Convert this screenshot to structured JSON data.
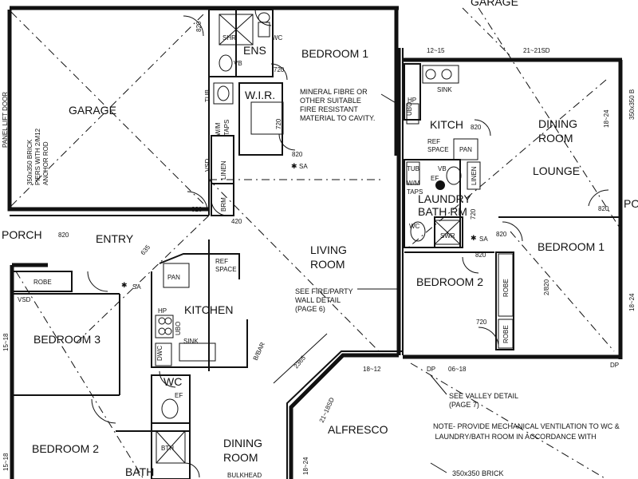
{
  "rooms": {
    "garage": "GARAGE",
    "garage_r": "GARAGE",
    "ens": "ENS",
    "bedroom1": "BEDROOM 1",
    "wir": "W.I.R.",
    "kitch_r": "KITCH",
    "dining_room_r": "DINING\nROOM",
    "lounge": "LOUNGE",
    "laundry_bath": "LAUNDRY\nBATH RM",
    "bedroom1_r": "BEDROOM 1",
    "bedroom2_r": "BEDROOM 2",
    "living_room": "LIVING\nROOM",
    "entry": "ENTRY",
    "porch": "PORCH",
    "porch_r": "POR",
    "kitchen": "KITCHEN",
    "bedroom3": "BEDROOM 3",
    "bedroom2": "BEDROOM 2",
    "wc": "WC",
    "bath": "BATH",
    "dining_room": "DINING\nROOM",
    "alfresco": "ALFRESCO"
  },
  "notes": {
    "mineral_fibre": "MINERAL FIBRE OR\nOTHER SUITABLE\nFIRE RESISTANT\nMATERIAL TO CAVITY.",
    "fire_party": "SEE FIRE/PARTY\nWALL DETAIL\n(PAGE 6)",
    "valley": "SEE VALLEY DETAIL\n(PAGE 7)",
    "ventilation": "NOTE- PROVIDE MECHANICAL VENTILATION TO WC &\n        LAUNDRY/BATH ROOM IN ACCORDANCE WITH",
    "brick_piers": "350x350 BRICK\nPIERS WITH 2/M12\nANCHOR ROD",
    "brick_bottom": "350x350 BRICK",
    "brick_right": "350x350 B",
    "panel_lift_door": "PANEL LIFT DOOR",
    "bulkhead": "BULKHEAD"
  },
  "fixtures": {
    "sa": "SA",
    "wc": "WC",
    "vb": "VB",
    "shr": "SHR",
    "tub": "TUB",
    "wm": "W/M",
    "taps": "TAPS",
    "linen": "LINEN",
    "brm": "BRM",
    "pan": "PAN",
    "ref_space": "REF\nSPACE",
    "hp": "HP",
    "ubo": "UBO",
    "sink": "SINK",
    "dwc": "DWC",
    "robe": "ROBE",
    "vsd": "VSD",
    "ef": "EF",
    "b_bar": "B/BAR",
    "swr": "SWR",
    "bth": "BTH"
  },
  "dims": {
    "d820": "820",
    "d720": "720",
    "d420": "420",
    "d635": "635",
    "d2365": "2365",
    "d12_15": "12~15",
    "d21_21sd": "21~21SD",
    "d18_24": "18~24",
    "d18_12": "18~12",
    "d06_18": "06~18",
    "d21_18sd": "21~18SD",
    "dp": "DP",
    "d2_820": "2/820",
    "d15_18": "15~18"
  }
}
